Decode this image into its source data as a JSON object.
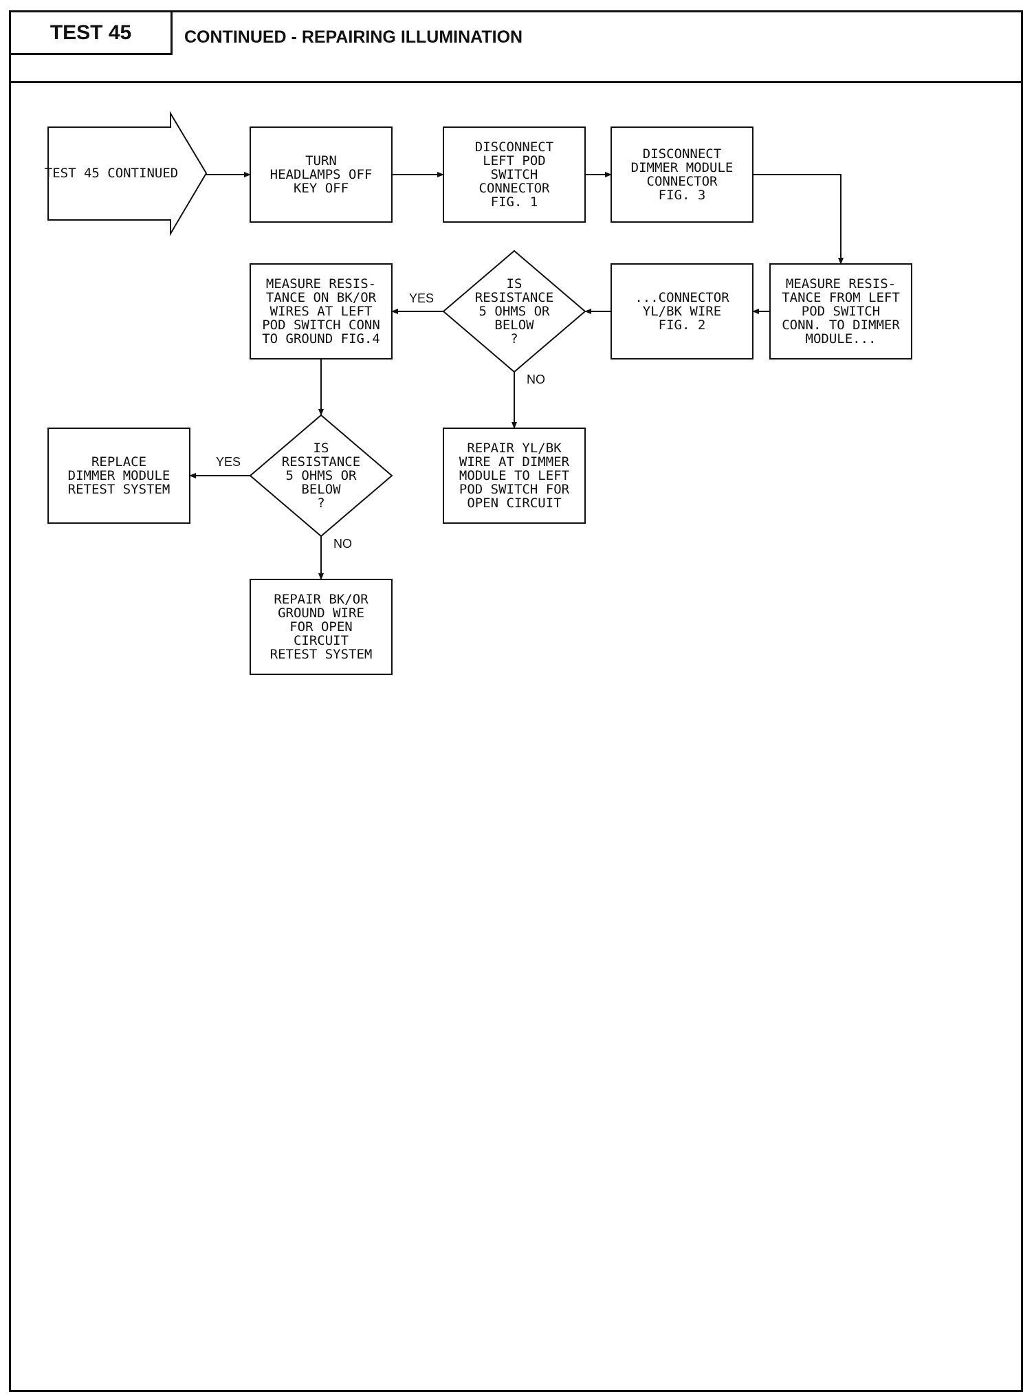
{
  "header": {
    "test_label": "TEST 45",
    "title": "CONTINUED - REPAIRING ILLUMINATION"
  },
  "nodes": {
    "start": [
      "TEST 45 CONTINUED"
    ],
    "turn_off": [
      "TURN",
      "HEADLAMPS OFF",
      "KEY OFF"
    ],
    "disconnect_pod": [
      "DISCONNECT",
      "LEFT POD",
      "SWITCH",
      "CONNECTOR",
      "FIG. 1"
    ],
    "disconnect_dimmer": [
      "DISCONNECT",
      "DIMMER MODULE",
      "CONNECTOR",
      "FIG. 3"
    ],
    "measure_left_pod": [
      "MEASURE RESIS-",
      "TANCE FROM LEFT",
      "POD SWITCH",
      "CONN. TO DIMMER",
      "MODULE..."
    ],
    "connector_ylbk": [
      "...CONNECTOR",
      "YL/BK WIRE",
      "FIG. 2"
    ],
    "decision_1": [
      "IS",
      "RESISTANCE",
      "5 OHMS OR",
      "BELOW",
      "?"
    ],
    "measure_bkor": [
      "MEASURE RESIS-",
      "TANCE ON BK/OR",
      "WIRES AT LEFT",
      "POD SWITCH CONN",
      "TO GROUND FIG.4"
    ],
    "repair_ylbk": [
      "REPAIR YL/BK",
      "WIRE AT DIMMER",
      "MODULE TO LEFT",
      "POD SWITCH FOR",
      "OPEN CIRCUIT"
    ],
    "decision_2": [
      "IS",
      "RESISTANCE",
      "5 OHMS OR",
      "BELOW",
      "?"
    ],
    "replace_dimmer": [
      "REPLACE",
      "DIMMER MODULE",
      "RETEST SYSTEM"
    ],
    "repair_bkor": [
      "REPAIR BK/OR",
      "GROUND WIRE",
      "FOR OPEN",
      "CIRCUIT",
      "RETEST SYSTEM"
    ]
  },
  "edge_labels": {
    "d1_yes": "YES",
    "d1_no": "NO",
    "d2_yes": "YES",
    "d2_no": "NO"
  }
}
